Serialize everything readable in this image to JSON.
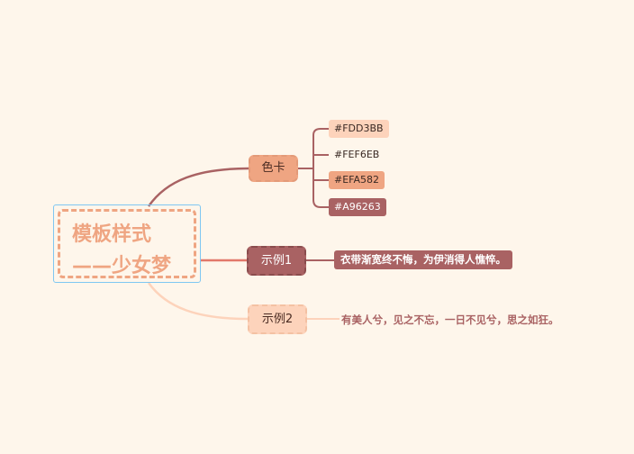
{
  "root": {
    "line1": "模板样式",
    "line2": "——少女梦"
  },
  "topics": {
    "card": "色卡",
    "example1": "示例1",
    "example2": "示例2"
  },
  "colors": {
    "c1": "#FDD3BB",
    "c2": "#FEF6EB",
    "c3": "#EFA582",
    "c4": "#A96263"
  },
  "example1_text": "衣带渐宽终不悔，为伊消得人憔悴。",
  "example2_text": "有美人兮，见之不忘，一日不见兮，思之如狂。"
}
